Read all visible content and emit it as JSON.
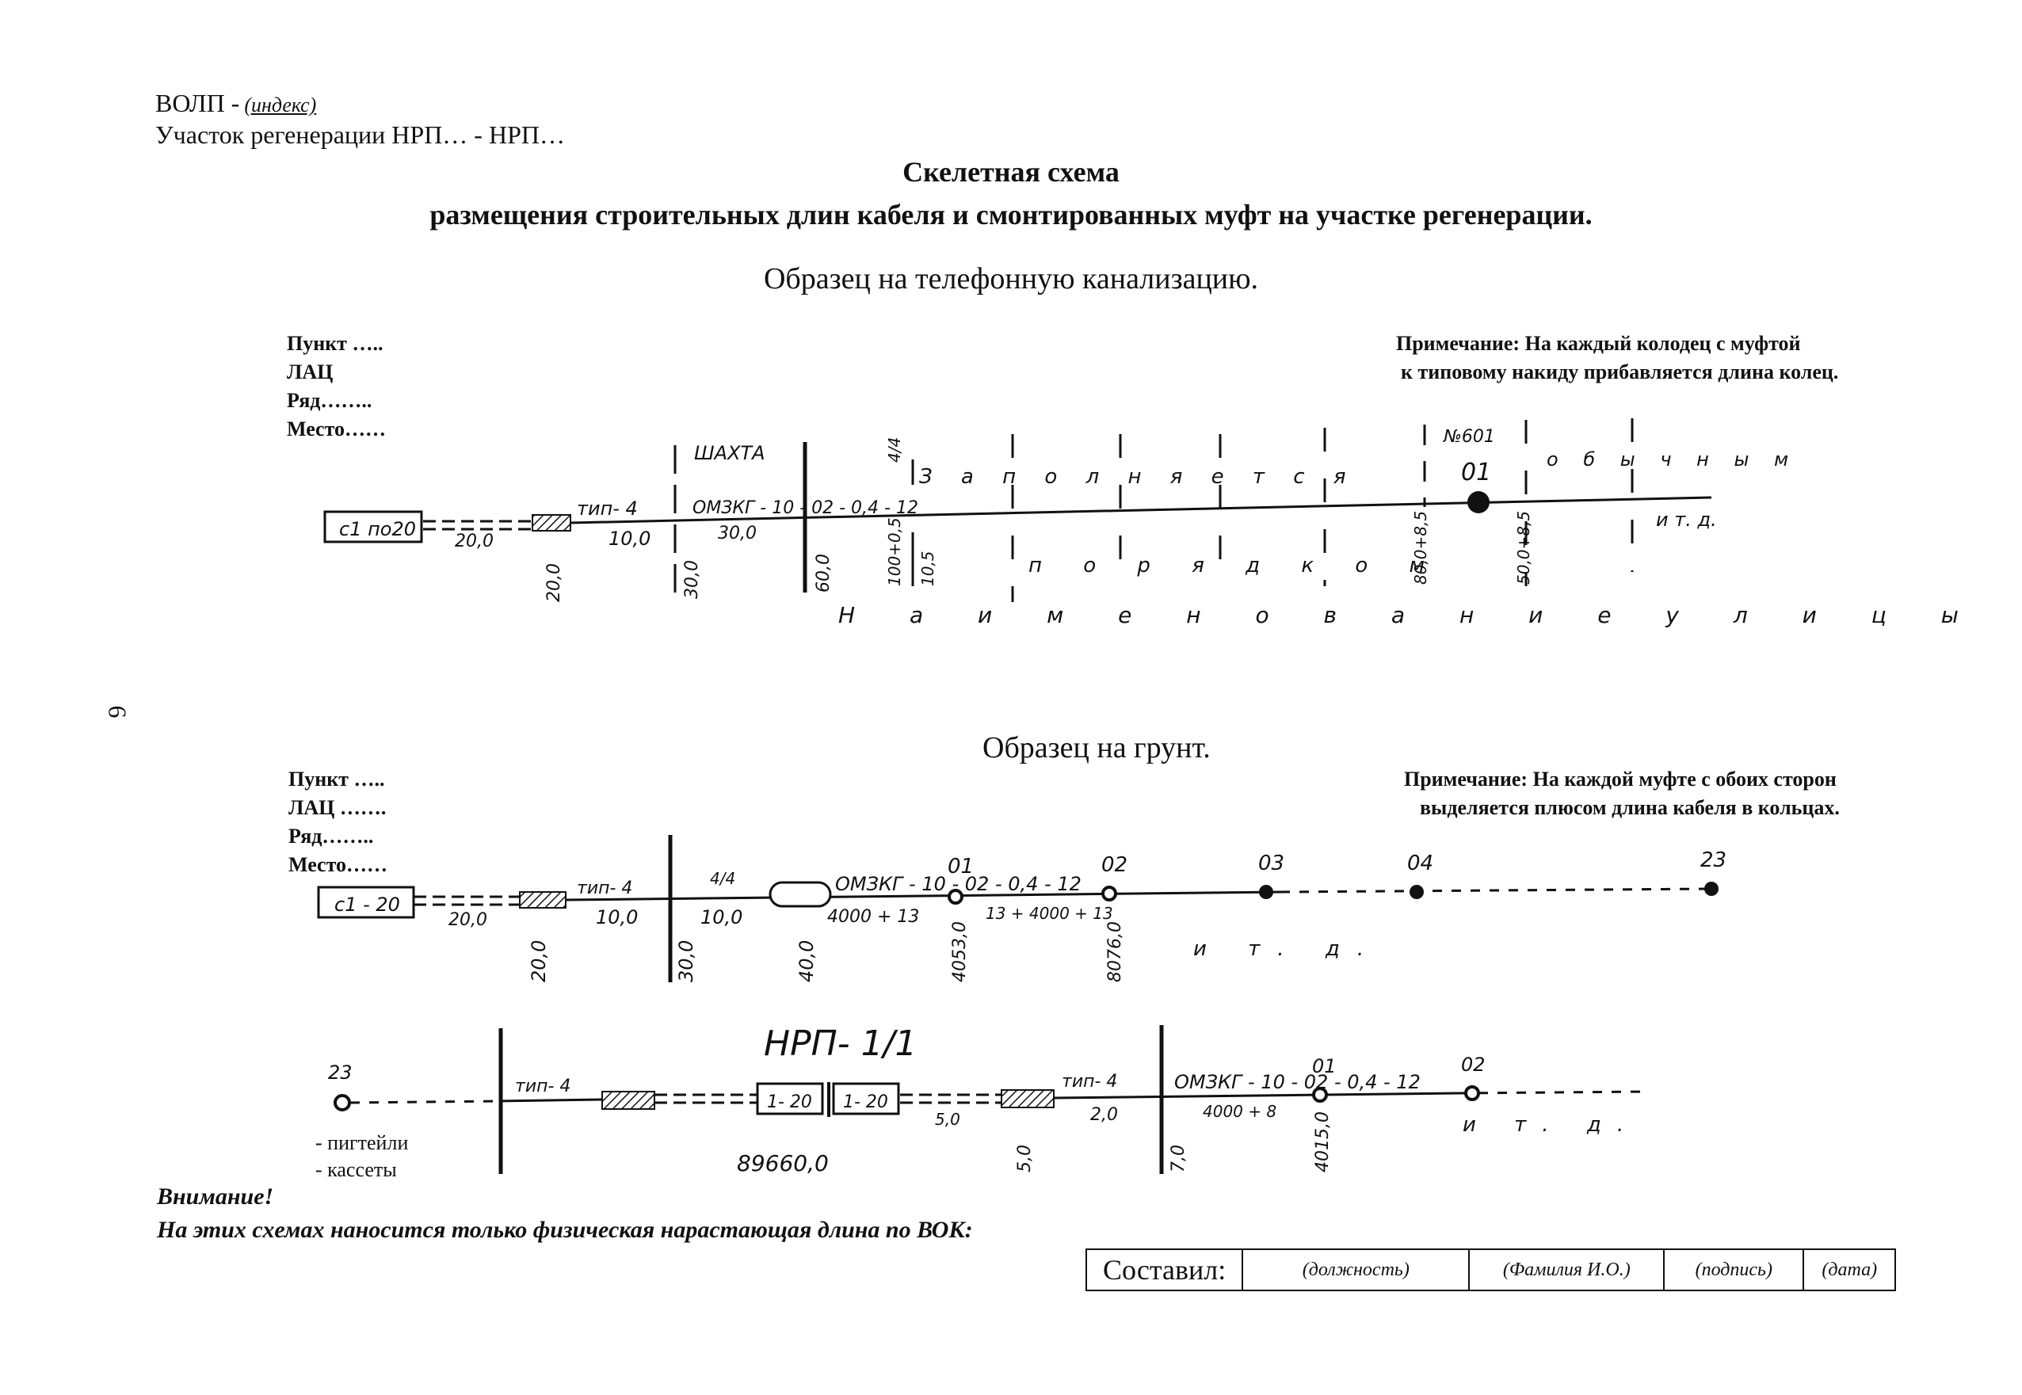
{
  "header": {
    "volp": "ВОЛП -",
    "index": "(индекс)",
    "section": "Участок регенерации НРП… - НРП…",
    "title": "Скелетная схема",
    "subtitle": "размещения строительных длин кабеля и смонтированных муфт на участке регенерации."
  },
  "page_number": "6",
  "sample1": {
    "caption": "Образец на телефонную канализацию.",
    "labels": [
      "Пункт …..",
      "ЛАЦ",
      "Ряд……..",
      "Место……"
    ],
    "note_line1": "Примечание: На каждый колодец с муфтой",
    "note_line2": "к типовому  накиду прибавляется длина колец.",
    "box": "с1 по20",
    "len_a": "20,0",
    "type": "тип- 4",
    "len_b": "10,0",
    "mark_a": "20,0",
    "shaft": "ШАХТА",
    "cable": "ОМЗКГ - 10 - 02 - 0,4 - 12",
    "cable_len": "30,0",
    "mark_b": "30,0",
    "mark_c": "60,0",
    "mark_d": "100+0,5",
    "mark_e": "10,5",
    "split": "4/4",
    "fill_top": "З а п о л н я е т с я",
    "fill_bottom": "п о р я д к о м",
    "manhole": "№601",
    "coupling": "01",
    "mark_f": "80,0+8,5",
    "mark_g": "50,0+8,5",
    "street_kind": "о б ы ч н ы м",
    "etc": "и т. д.",
    "street": "Н а и м е н о в а н и е          у л и ц ы"
  },
  "sample2": {
    "caption": "Образец на грунт.",
    "labels": [
      "Пункт …..",
      "ЛАЦ …….",
      "Ряд……..",
      "Место……"
    ],
    "note_line1": "Примечание: На каждой муфте с обоих сторон",
    "note_line2": "выделяется плюсом длина кабеля в кольцах.",
    "box": "с1 - 20",
    "len_a": "20,0",
    "type": "тип- 4",
    "len_b": "10,0",
    "split": "4/4",
    "len_c": "10,0",
    "cable": "ОМЗКГ - 10 - 02 - 0,4 - 12",
    "seg1": "4000 + 13",
    "seg2": "13 + 4000 + 13",
    "mark_a": "20,0",
    "mark_b": "30,0",
    "mark_c": "40,0",
    "mark_d": "4053,0",
    "mark_e": "8076,0",
    "couplings": [
      "01",
      "02",
      "03",
      "04",
      "23"
    ],
    "etc": "и т. д."
  },
  "sample3": {
    "station": "НРП- 1/1",
    "start": "23",
    "type_left": "тип- 4",
    "box_left": "1- 20",
    "box_right": "1- 20",
    "len_a": "5,0",
    "type_right": "тип- 4",
    "len_b": "2,0",
    "cable": "ОМЗКГ - 10 - 02 - 0,4 - 12",
    "seg": "4000 + 8",
    "couplings": [
      "01",
      "02"
    ],
    "total": "89660,0",
    "mark_a": "5,0",
    "mark_b": "7,0",
    "mark_c": "4015,0",
    "etc": "и т. д.",
    "legend": [
      "- пигтейли",
      "- кассеты"
    ]
  },
  "warning": {
    "title": "Внимание!",
    "text": "На этих схемах наносится только физическая нарастающая длина по ВОК:"
  },
  "signature": {
    "compiled": "Составил:",
    "position": "(должность)",
    "name": "(Фамилия И.О.)",
    "sign": "(подпись)",
    "date": "(дата)"
  }
}
